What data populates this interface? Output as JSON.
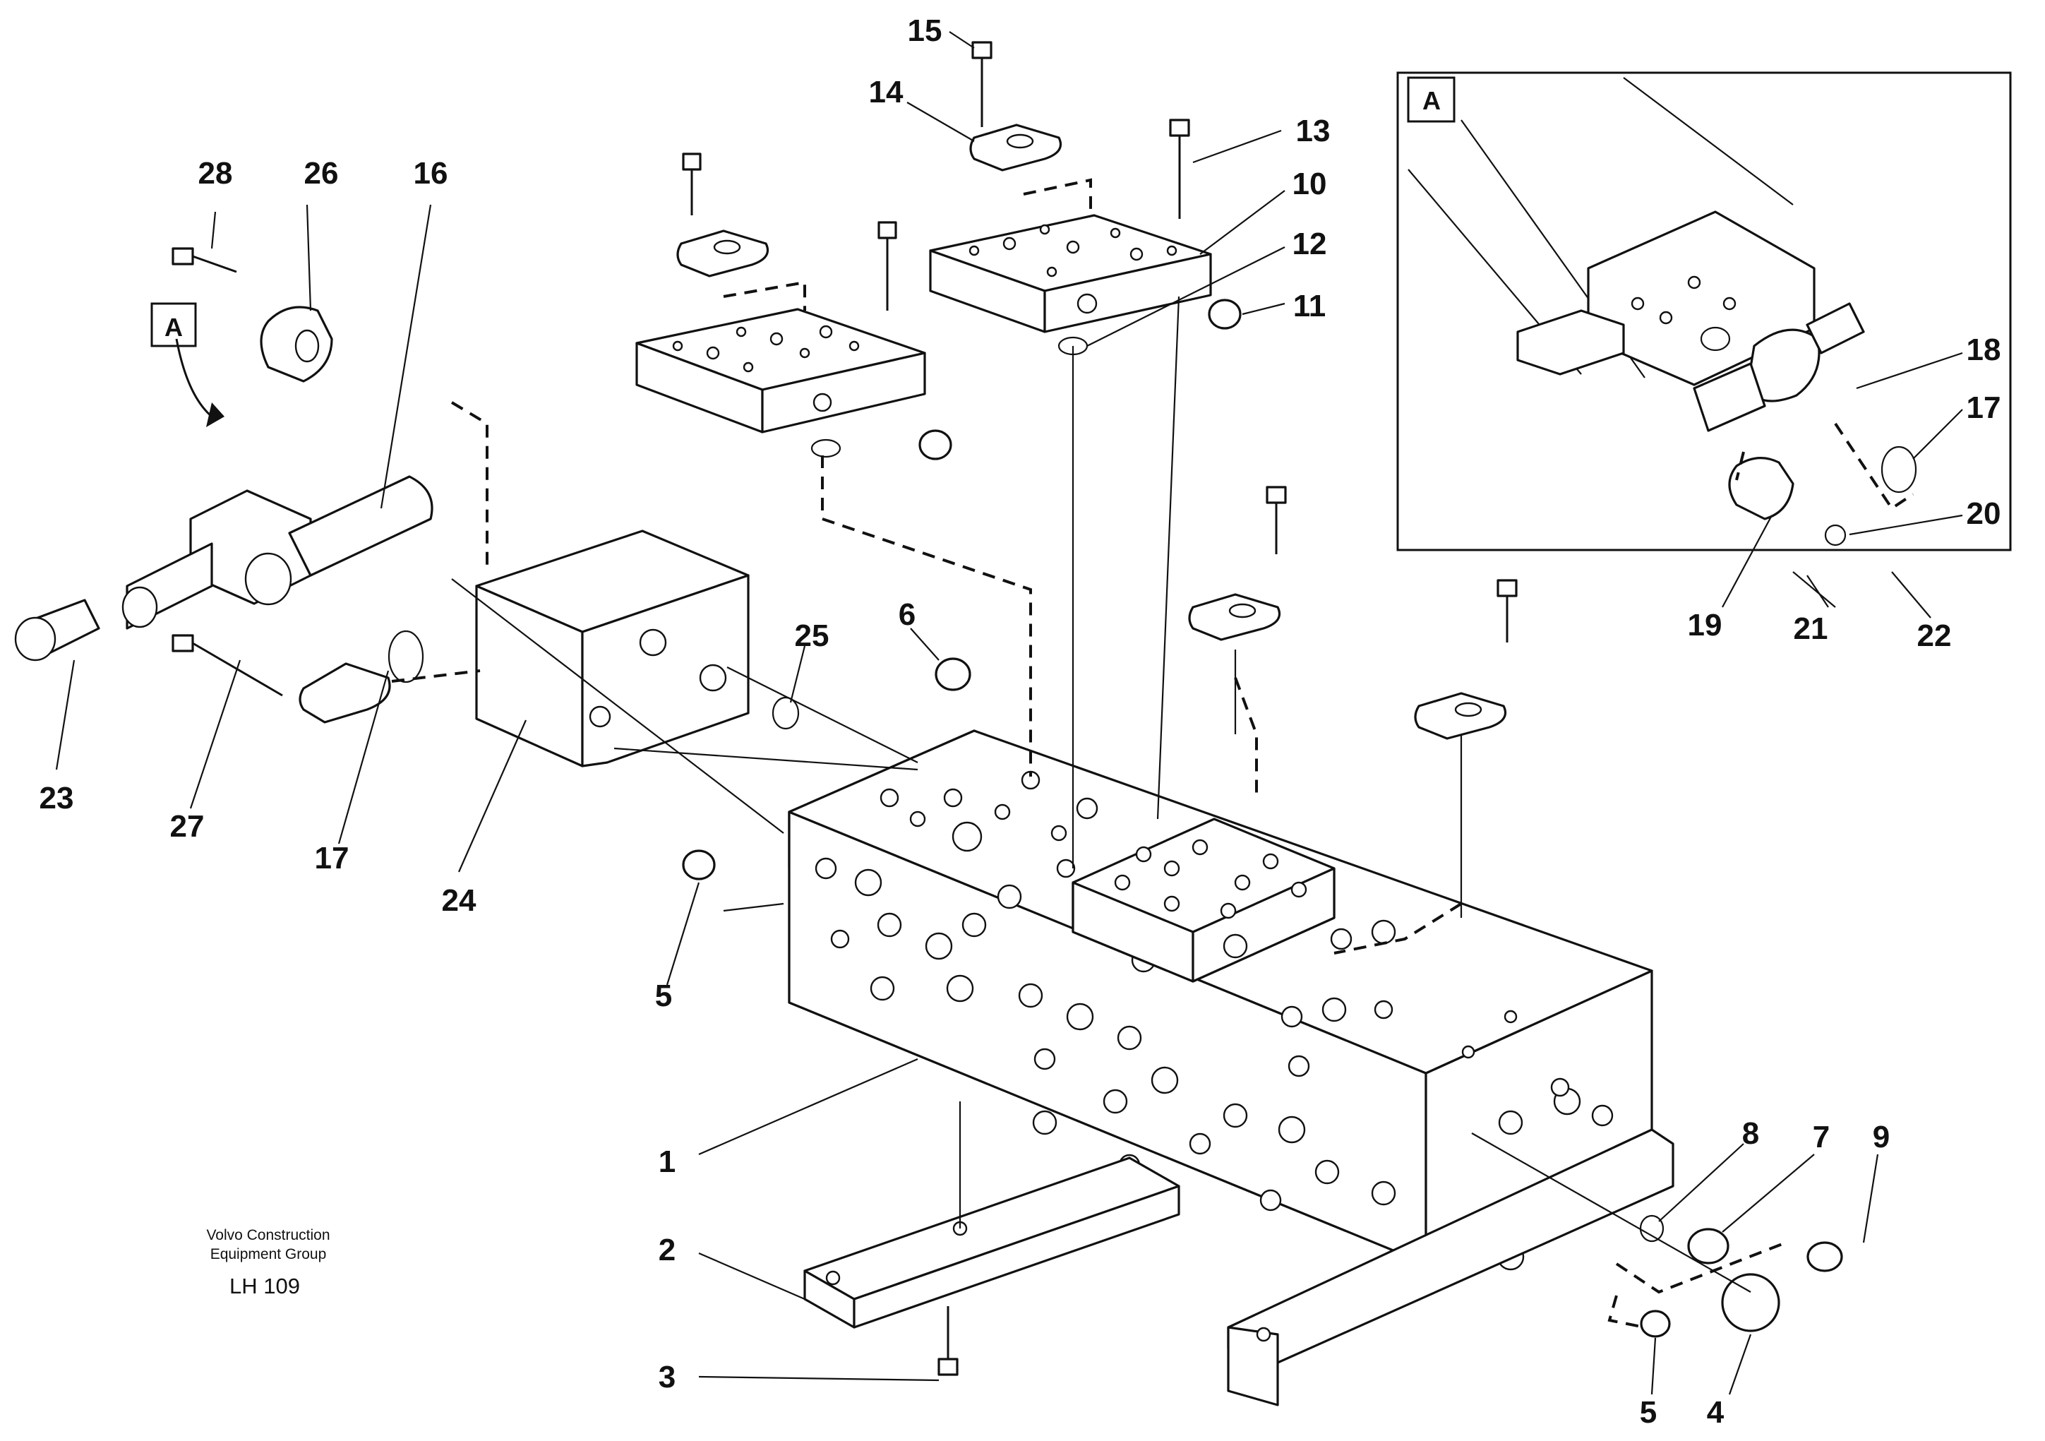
{
  "drawing": {
    "caption_lines": [
      "Volvo Construction",
      "Equipment Group"
    ],
    "document_code": "LH 109",
    "detail_view_marker": "A",
    "view_reference_marker": "A"
  },
  "callouts": [
    "15",
    "14",
    "13",
    "10",
    "12",
    "11",
    "28",
    "26",
    "16",
    "6",
    "25",
    "23",
    "27",
    "17",
    "24",
    "5",
    "1",
    "2",
    "3",
    "8",
    "7",
    "9",
    "5",
    "4",
    "18",
    "17",
    "20",
    "19",
    "21",
    "22"
  ]
}
